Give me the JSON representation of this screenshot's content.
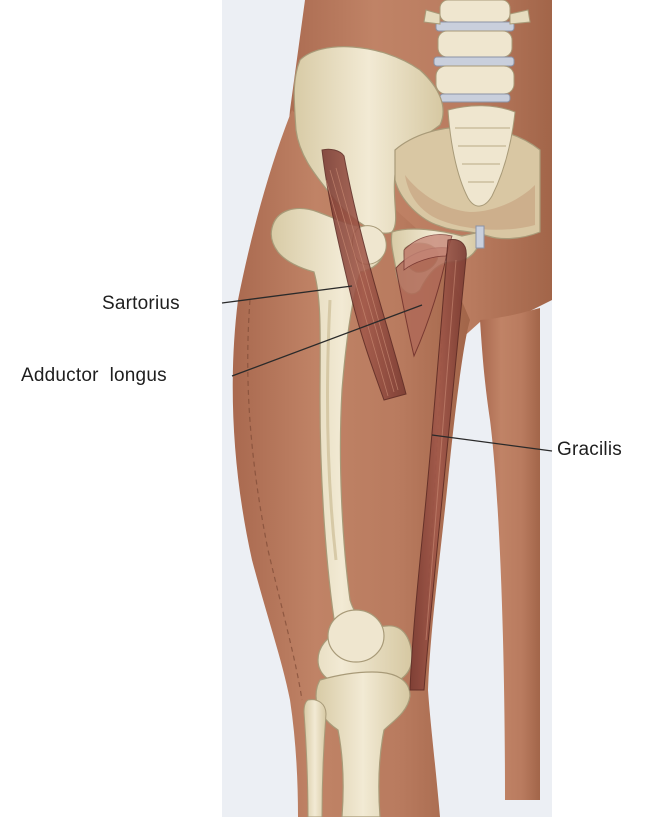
{
  "labels": {
    "sartorius": "Sartorius",
    "adductor_longus": "Adductor  longus",
    "gracilis": "Gracilis"
  },
  "colors": {
    "background": "#ffffff",
    "panel": "#e9ecf2",
    "skin": "#b87a5e",
    "skin_shadow": "#a4694f",
    "bone": "#ece3c9",
    "bone_shade": "#d4c8a4",
    "muscle": "#8f4a3e",
    "muscle_dark": "#6e2e2a",
    "cartilage": "#c9cfdc",
    "leader_line": "#2a2a2a"
  }
}
